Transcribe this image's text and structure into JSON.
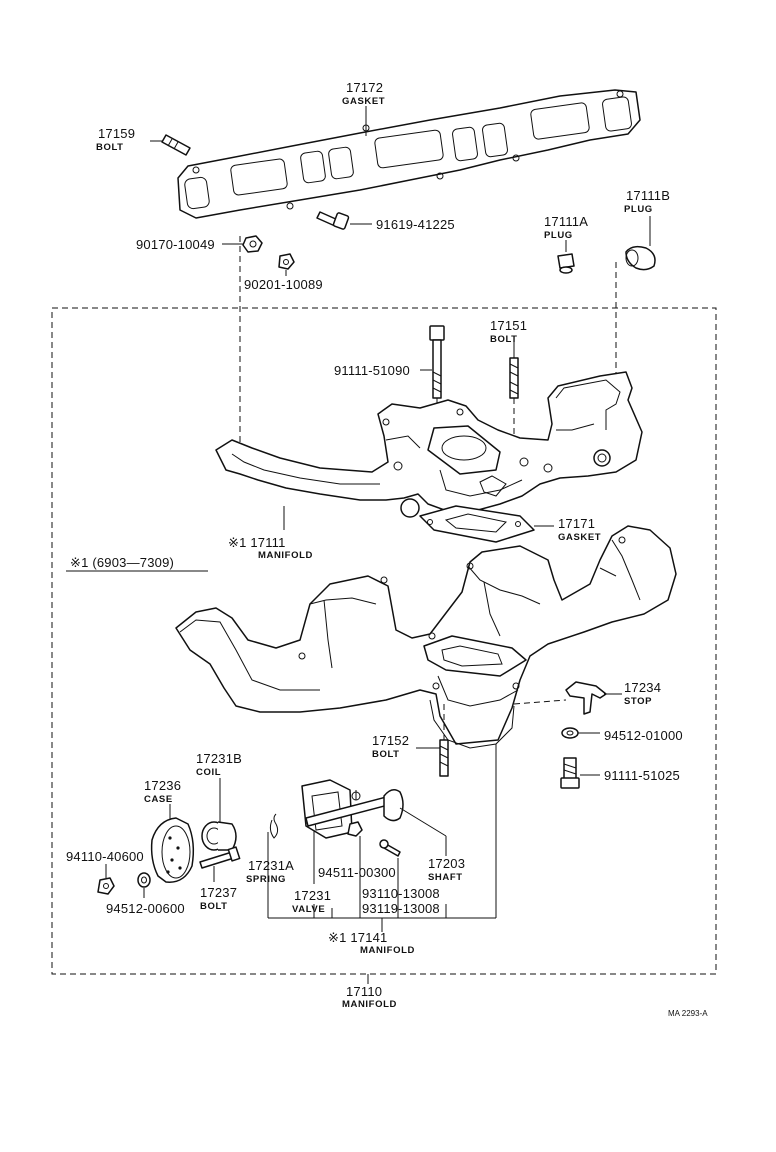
{
  "labels": {
    "gasket_17172": {
      "part": "17172",
      "name": "GASKET"
    },
    "bolt_17159": {
      "part": "17159",
      "name": "BOLT"
    },
    "plug_17111b": {
      "part": "17111B",
      "name": "PLUG"
    },
    "plug_17111a": {
      "part": "17111A",
      "name": "PLUG"
    },
    "nut_90170": {
      "part": "90170-10049"
    },
    "bolt_91619": {
      "part": "91619-41225"
    },
    "nut_90201": {
      "part": "90201-10089"
    },
    "bolt_17151": {
      "part": "17151",
      "name": "BOLT"
    },
    "bolt_91111_51090": {
      "part": "91111-51090"
    },
    "gasket_17171": {
      "part": "17171",
      "name": "GASKET"
    },
    "manifold_17111": {
      "part": "※1 17111",
      "name": "MANIFOLD"
    },
    "note_range": "※1 (6903—7309)",
    "stop_17234": {
      "part": "17234",
      "name": "STOP"
    },
    "washer_94512_01000": {
      "part": "94512-01000"
    },
    "bolt_91111_51025": {
      "part": "91111-51025"
    },
    "bolt_17152": {
      "part": "17152",
      "name": "BOLT"
    },
    "coil_17231b": {
      "part": "17231B",
      "name": "COIL"
    },
    "case_17236": {
      "part": "17236",
      "name": "CASE"
    },
    "nut_94110": {
      "part": "94110-40600"
    },
    "washer_94512_00600": {
      "part": "94512-00600"
    },
    "bolt_17237": {
      "part": "17237",
      "name": "BOLT"
    },
    "spring_17231a": {
      "part": "17231A",
      "name": "SPRING"
    },
    "valve_17231": {
      "part": "17231",
      "name": "VALVE"
    },
    "nut_94511": {
      "part": "94511-00300"
    },
    "shaft_17203": {
      "part": "17203",
      "name": "SHAFT"
    },
    "screw_93110": {
      "part": "93110-13008"
    },
    "screw_93119": {
      "part": "93119-13008"
    },
    "manifold_17141": {
      "part": "※1 17141",
      "name": "MANIFOLD"
    },
    "manifold_17110": {
      "part": "17110",
      "name": "MANIFOLD"
    }
  },
  "ref_code": "MA 2293-A"
}
